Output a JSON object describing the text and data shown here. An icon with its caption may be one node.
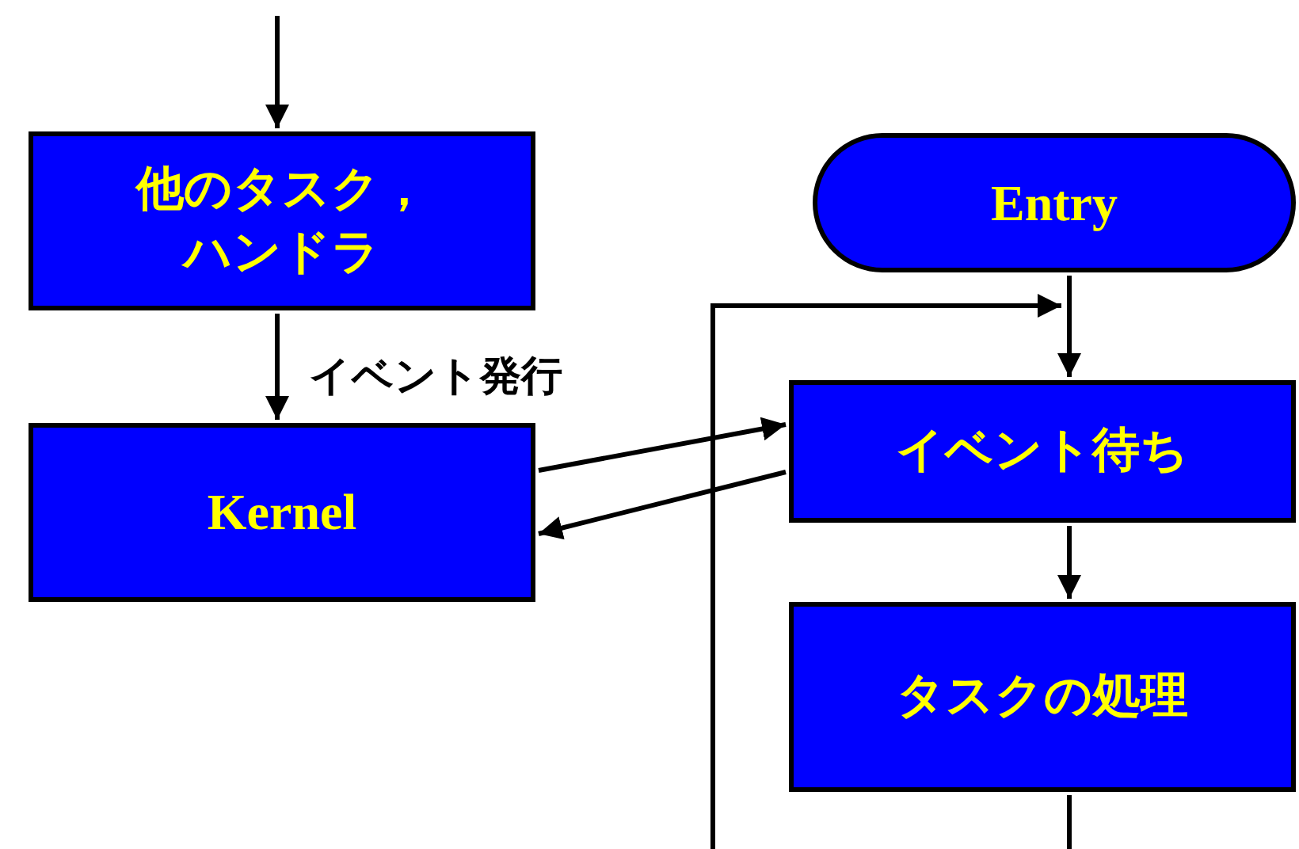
{
  "diagram": {
    "nodes": [
      {
        "text": [
          "他のタスク，ハンドラ"
        ]
      },
      {
        "text": [
          "Kernel"
        ]
      },
      {
        "text": [
          "Entry"
        ]
      },
      {
        "text": [
          "イベント待ち"
        ]
      },
      {
        "text": [
          "タスクの処理"
        ]
      }
    ],
    "edges": [
      {
        "from": null,
        "to": 0,
        "arrow": "to"
      },
      {
        "from": 0,
        "to": 1,
        "arrow": "to",
        "label": "イベント発行"
      },
      {
        "from": 1,
        "to": 3,
        "arrow": "to"
      },
      {
        "from": 3,
        "to": 1,
        "arrow": "to"
      },
      {
        "from": 2,
        "to": 3,
        "arrow": "to"
      },
      {
        "from": 3,
        "to": 4,
        "arrow": "to"
      },
      {
        "from": 4,
        "to": null,
        "arrow": "none"
      },
      {
        "from": null,
        "to": 3,
        "arrow": "to"
      }
    ]
  }
}
